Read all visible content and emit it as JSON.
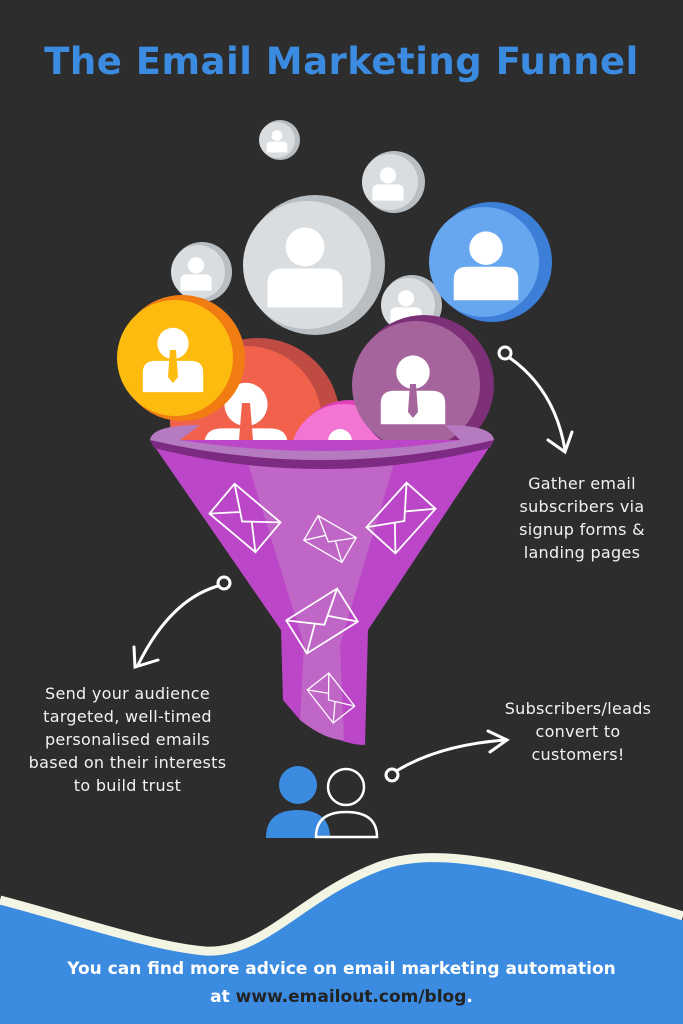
{
  "title": "The Email Marketing Funnel",
  "notes": {
    "gather": [
      "Gather email",
      "subscribers via",
      "signup forms &",
      "landing pages"
    ],
    "send": [
      "Send your audience",
      "targeted, well-timed",
      "personalised emails",
      "based on their interests",
      "to build trust"
    ],
    "convert": [
      "Subscribers/leads",
      "convert to",
      "customers!"
    ]
  },
  "footer": {
    "line1": "You can find more advice on email marketing automation",
    "line2_prefix": "at ",
    "link": "www.emailout.com/blog",
    "line2_suffix": "."
  },
  "colors": {
    "background": "#2d2d2d",
    "accent_blue": "#3b8be0",
    "funnel": "#bb47c8",
    "wave_line": "#f2f4e4"
  }
}
